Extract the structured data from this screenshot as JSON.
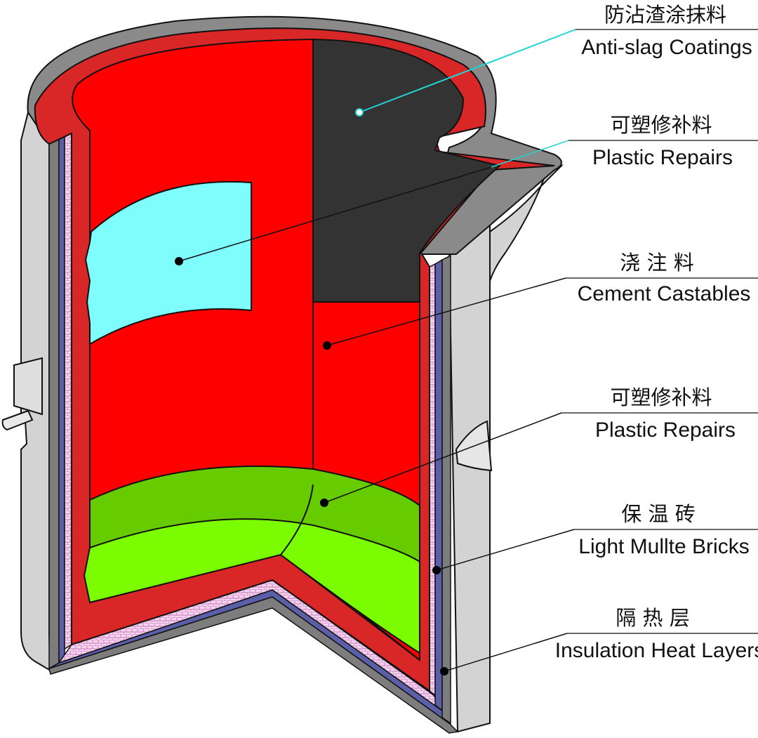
{
  "colors": {
    "shell": "#d3d3d3",
    "shell_dark": "#9a9a9a",
    "steel": "#808080",
    "insulation": "#5a5fa8",
    "brick": "#f6d3ee",
    "castable": "#ff0000",
    "lining": "#d92626",
    "anti_slag": "#333333",
    "repair_cyan": "#7ffcfc",
    "repair_green": "#7cfc00",
    "repair_green_dark": "#66cc00",
    "leader": "#111111",
    "leader_cyan": "#22d3d3"
  },
  "labels": [
    {
      "id": "anti-slag",
      "cn": "防沾渣涂抹料",
      "en": "Anti-slag Coatings"
    },
    {
      "id": "plastic-repairs-1",
      "cn": "可塑修补料",
      "en": "Plastic Repairs"
    },
    {
      "id": "cement-castables",
      "cn": "浇 注 料",
      "en": "Cement Castables"
    },
    {
      "id": "plastic-repairs-2",
      "cn": "可塑修补料",
      "en": "Plastic Repairs"
    },
    {
      "id": "light-mullite-bricks",
      "cn": "保 温 砖",
      "en": "Light Mullte Bricks"
    },
    {
      "id": "insulation-heat-layers",
      "cn": "隔 热 层",
      "en": "Insulation Heat Layers"
    }
  ]
}
